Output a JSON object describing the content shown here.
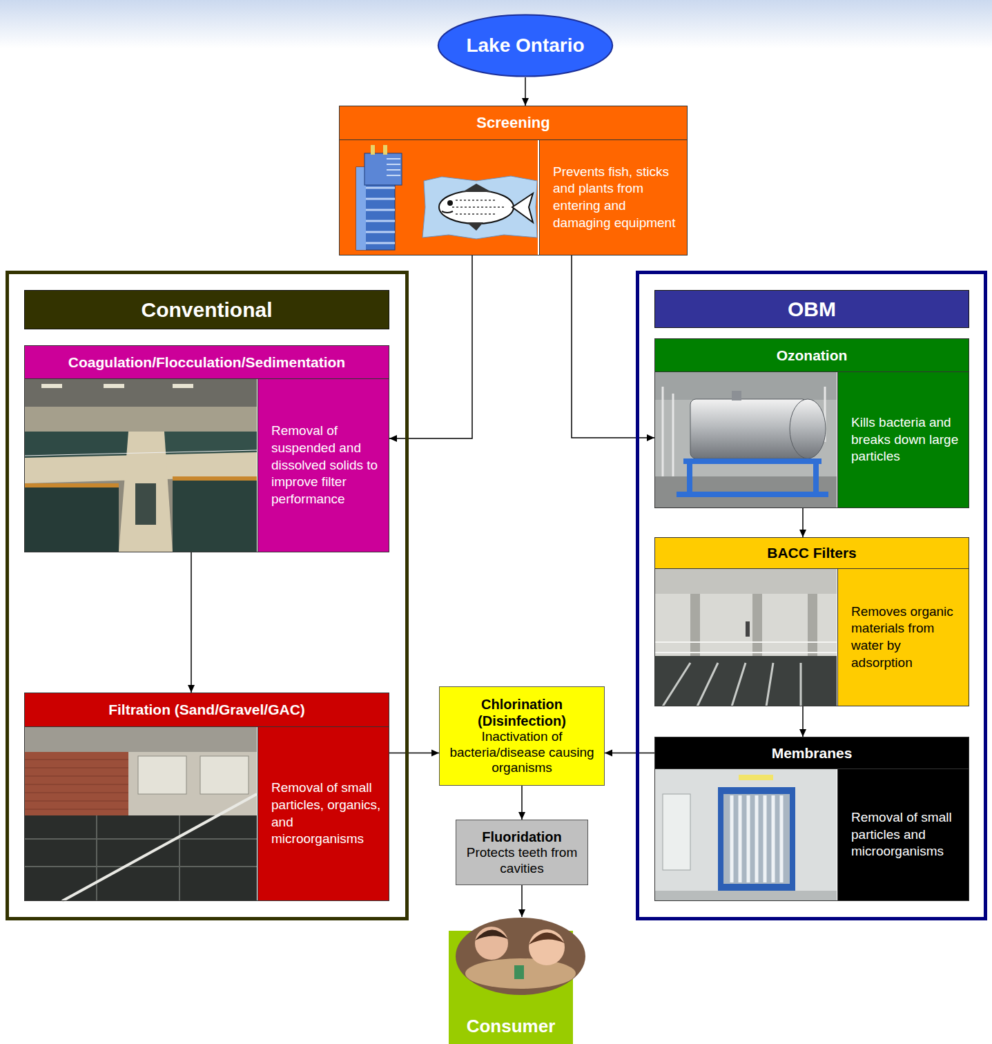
{
  "diagram": {
    "nodes": [
      {
        "text": [
          "Lake Ontario"
        ]
      },
      {
        "text": [
          "Screening",
          "Prevents fish, sticks and plants from entering and damaging equipment"
        ]
      },
      {
        "text": [
          "Conventional"
        ]
      },
      {
        "text": [
          "Coagulation/Flocculation/Sedimentation",
          "Removal of suspended and dissolved solids to improve filter performance"
        ],
        "in": 2
      },
      {
        "text": [
          "Filtration (Sand/Gravel/GAC)",
          "Removal of small particles, organics, and microorganisms"
        ],
        "in": 2
      },
      {
        "text": [
          "OBM"
        ]
      },
      {
        "text": [
          "Ozonation",
          "Kills bacteria and breaks down large particles"
        ],
        "in": 5
      },
      {
        "text": [
          "BACC Filters",
          "Removes organic materials from water by adsorption"
        ],
        "in": 5
      },
      {
        "text": [
          "Membranes",
          "Removal of small particles and microorganisms"
        ],
        "in": 5
      },
      {
        "text": [
          "Chlorination (Disinfection)",
          "Inactivation of bacteria/disease causing organisms"
        ]
      },
      {
        "text": [
          "Fluoridation",
          "Protects teeth from cavities"
        ]
      },
      {
        "text": [
          "Consumer"
        ]
      }
    ],
    "edges": [
      {
        "from": 0,
        "to": 1,
        "arrow": "to"
      },
      {
        "from": 1,
        "to": 3,
        "arrow": "to"
      },
      {
        "from": 1,
        "to": 6,
        "arrow": "to"
      },
      {
        "from": 3,
        "to": 4,
        "arrow": "to"
      },
      {
        "from": 6,
        "to": 7,
        "arrow": "to"
      },
      {
        "from": 7,
        "to": 8,
        "arrow": "to"
      },
      {
        "from": 4,
        "to": 9,
        "arrow": "to"
      },
      {
        "from": 8,
        "to": 9,
        "arrow": "to"
      },
      {
        "from": 9,
        "to": 10,
        "arrow": "to"
      },
      {
        "from": 10,
        "to": 11,
        "arrow": "to"
      }
    ]
  }
}
